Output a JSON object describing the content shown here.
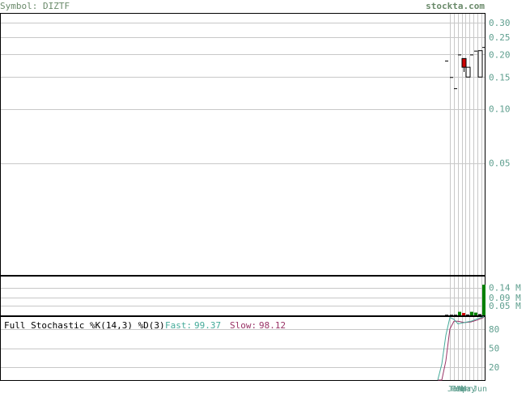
{
  "header": {
    "symbol_text": "Symbol: DIZTF",
    "brand": "stockta.com"
  },
  "colors": {
    "header_text": "#6a8a6a",
    "axis_text": "#5f9f8f",
    "grid": "#c8c8c8",
    "frame": "#000000",
    "candle_down": "#cc0000",
    "candle_up": "#ffffff",
    "volume_up": "#008000",
    "volume_down": "#cc0000",
    "fast_line": "#44aa99",
    "slow_line": "#993366"
  },
  "chart_data": [
    {
      "type": "candlestick",
      "scale": "log",
      "ylim": [
        0.012,
        0.34
      ],
      "yticks": [
        "0.30",
        "0.25",
        "0.20",
        "0.15",
        "0.10",
        "0.05"
      ],
      "candles": [
        {
          "open": 0.185,
          "high": 0.185,
          "low": 0.185,
          "close": 0.185,
          "color": "flat"
        },
        {
          "open": 0.15,
          "high": 0.15,
          "low": 0.15,
          "close": 0.15,
          "color": "flat"
        },
        {
          "open": 0.13,
          "high": 0.13,
          "low": 0.13,
          "close": 0.13,
          "color": "flat"
        },
        {
          "open": 0.2,
          "high": 0.2,
          "low": 0.2,
          "close": 0.2,
          "color": "flat"
        },
        {
          "open": 0.19,
          "high": 0.19,
          "low": 0.16,
          "close": 0.17,
          "color": "down"
        },
        {
          "open": 0.15,
          "high": 0.17,
          "low": 0.15,
          "close": 0.17,
          "color": "up"
        },
        {
          "open": 0.2,
          "high": 0.2,
          "low": 0.2,
          "close": 0.2,
          "color": "flat"
        },
        {
          "open": 0.21,
          "high": 0.21,
          "low": 0.21,
          "close": 0.21,
          "color": "flat"
        },
        {
          "open": 0.15,
          "high": 0.21,
          "low": 0.15,
          "close": 0.21,
          "color": "up"
        },
        {
          "open": 0.22,
          "high": 0.22,
          "low": 0.22,
          "close": 0.22,
          "color": "flat"
        }
      ]
    },
    {
      "type": "bar",
      "name": "volume",
      "ylim": [
        0,
        0.2
      ],
      "yticks": [
        "0.14 M",
        "0.09 M",
        "0.05 M"
      ],
      "values": [
        0.003,
        0.003,
        0.003,
        0.018,
        0.012,
        0.004,
        0.018,
        0.014,
        0.006,
        0.155
      ],
      "colors": [
        "flat",
        "flat",
        "flat",
        "up",
        "down",
        "flat",
        "up",
        "up",
        "flat",
        "up"
      ]
    },
    {
      "type": "line",
      "title": "Full Stochastic %K(14,3) %D(3)",
      "fast_label": "Fast:",
      "fast_value": "99.37",
      "slow_label": "Slow:",
      "slow_value": "98.12",
      "ylim": [
        0,
        100
      ],
      "yticks": [
        "80",
        "50",
        "20"
      ],
      "fast": [
        0,
        25,
        70,
        98,
        95,
        88,
        90,
        92,
        96,
        99.37
      ],
      "slow": [
        0,
        0,
        30,
        80,
        92,
        92,
        90,
        91,
        94,
        98.12
      ]
    }
  ],
  "xaxis": {
    "labels": [
      "Jan",
      "Feb",
      "Mar",
      "Apr",
      "May",
      "Jun"
    ]
  }
}
